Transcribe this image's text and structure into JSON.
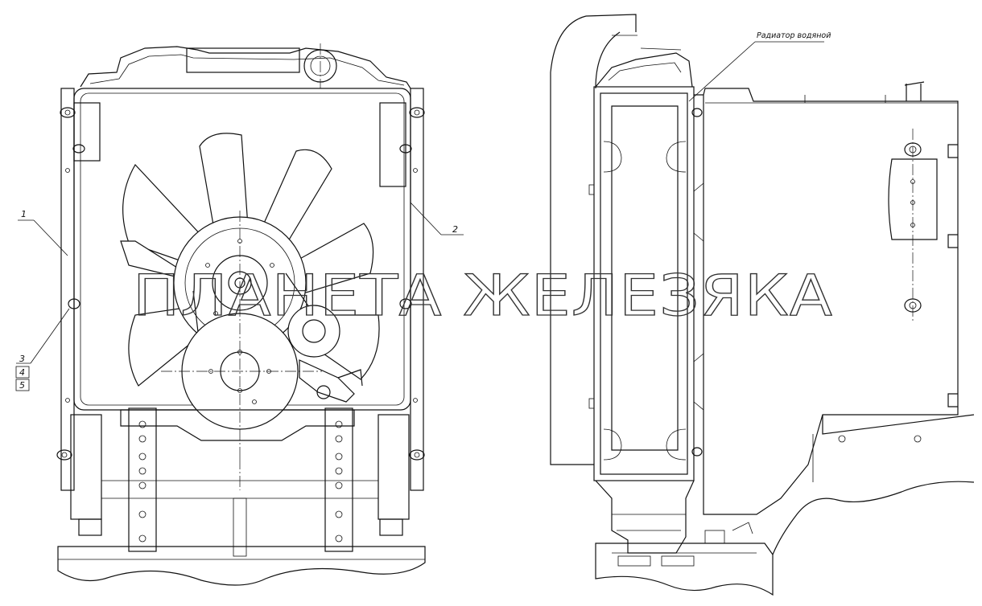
{
  "callouts": [
    "1",
    "2",
    "3",
    "4",
    "5"
  ],
  "label_radiator": "Радиатор водяной",
  "watermark": "ПЛАНЕТА ЖЕЛЕЗЯКА"
}
